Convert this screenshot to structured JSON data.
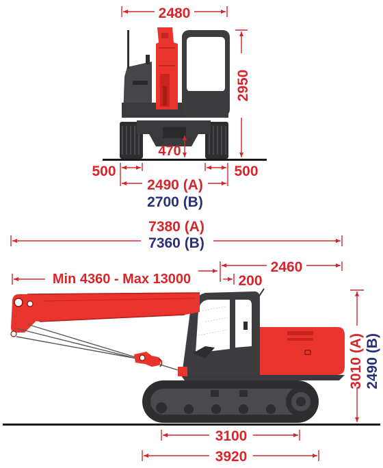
{
  "colors": {
    "red": "#d7262b",
    "navy": "#2a2f78",
    "body_red": "#e8342c",
    "dark": "#3f3f42",
    "track": "#2e2e30",
    "ground": "#1a1a1a"
  },
  "front_view": {
    "overall_width": "2480",
    "height": "2950",
    "ground_clearance": "470",
    "track_left": "500",
    "track_right": "500",
    "width_a": "2490 (A)",
    "width_b": "2700 (B)"
  },
  "side_view": {
    "length_a": "7380 (A)",
    "length_b": "7360 (B)",
    "boom_range": "Min 4360 - Max 13000",
    "offset": "200",
    "tail": "2460",
    "height_a": "3010 (A)",
    "height_b": "2490 (B)",
    "tumbler_distance": "3100",
    "track_length": "3920"
  }
}
